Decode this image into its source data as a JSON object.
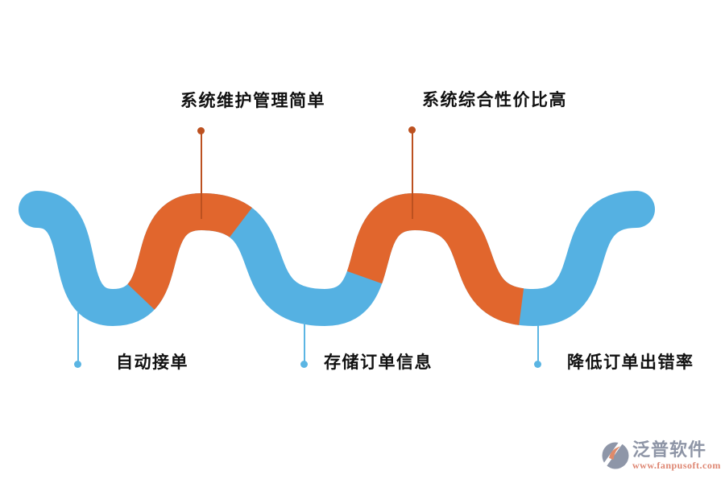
{
  "diagram": {
    "title": "",
    "top_features": [
      {
        "label": "系统维护管理简单"
      },
      {
        "label": "系统综合性价比高"
      }
    ],
    "bottom_features": [
      {
        "label": "自动接单"
      },
      {
        "label": "存储订单信息"
      },
      {
        "label": "降低订单出错率"
      }
    ],
    "wave_segments": [
      "blue",
      "orange",
      "blue",
      "orange",
      "blue"
    ]
  },
  "colors": {
    "wave_blue": "#55b1e2",
    "wave_orange": "#e1662d",
    "connector_orange": "#bc5120",
    "connector_blue": "#5bb5e3",
    "label_text": "#111111",
    "watermark_gray": "#8e95a6",
    "watermark_salmon": "#de8672",
    "logo_gray": "#8e96a8",
    "logo_orange": "#e08a6a"
  },
  "watermark": {
    "brand": "泛普软件",
    "url": "www.fanpusoft.com",
    "logo_icon": "fanpu-logo-icon"
  }
}
